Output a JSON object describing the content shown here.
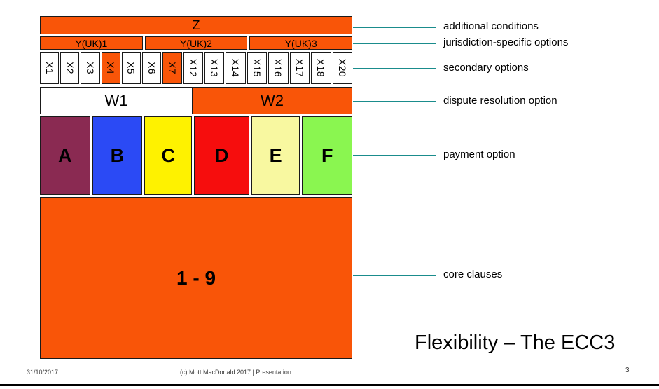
{
  "slide": {
    "title": "Flexibility – The ECC3",
    "footer": {
      "date": "31/10/2017",
      "copyright": "(c) Mott MacDonald 2017 | Presentation",
      "page_number": "3"
    }
  },
  "colors": {
    "orange": "#F95508",
    "white": "#FFFFFF",
    "teal_line": "#1A8C8C"
  },
  "diagram": {
    "z_bar": {
      "label": "Z",
      "color": "#F95508"
    },
    "y_options": [
      {
        "label": "Y(UK)1",
        "color": "#F95508"
      },
      {
        "label": "Y(UK)2",
        "color": "#F95508"
      },
      {
        "label": "Y(UK)3",
        "color": "#F95508"
      }
    ],
    "x_options": [
      {
        "label": "X1",
        "color": "#FFFFFF"
      },
      {
        "label": "X2",
        "color": "#FFFFFF"
      },
      {
        "label": "X3",
        "color": "#FFFFFF"
      },
      {
        "label": "X4",
        "color": "#F95508"
      },
      {
        "label": "X5",
        "color": "#FFFFFF"
      },
      {
        "label": "X6",
        "color": "#FFFFFF"
      },
      {
        "label": "X7",
        "color": "#F95508"
      },
      {
        "label": "X12",
        "color": "#FFFFFF"
      },
      {
        "label": "X13",
        "color": "#FFFFFF"
      },
      {
        "label": "X14",
        "color": "#FFFFFF"
      },
      {
        "label": "X15",
        "color": "#FFFFFF"
      },
      {
        "label": "X16",
        "color": "#FFFFFF"
      },
      {
        "label": "X17",
        "color": "#FFFFFF"
      },
      {
        "label": "X18",
        "color": "#FFFFFF"
      },
      {
        "label": "X20",
        "color": "#FFFFFF"
      }
    ],
    "w_options": [
      {
        "label": "W1",
        "color": "#FFFFFF"
      },
      {
        "label": "W2",
        "color": "#F95508"
      }
    ],
    "payment_options": [
      {
        "label": "A",
        "color": "#8A2A52"
      },
      {
        "label": "B",
        "color": "#2B4AF5"
      },
      {
        "label": "C",
        "color": "#FEF200"
      },
      {
        "label": "D",
        "color": "#F60D0D"
      },
      {
        "label": "E",
        "color": "#F8F8A0"
      },
      {
        "label": "F",
        "color": "#8AF650"
      }
    ],
    "core_clauses": {
      "label": "1 - 9",
      "color": "#F95508"
    }
  },
  "annotations": [
    {
      "label": "additional conditions"
    },
    {
      "label": "jurisdiction-specific options"
    },
    {
      "label": "secondary options"
    },
    {
      "label": "dispute resolution option"
    },
    {
      "label": "payment option"
    },
    {
      "label": "core clauses"
    }
  ]
}
